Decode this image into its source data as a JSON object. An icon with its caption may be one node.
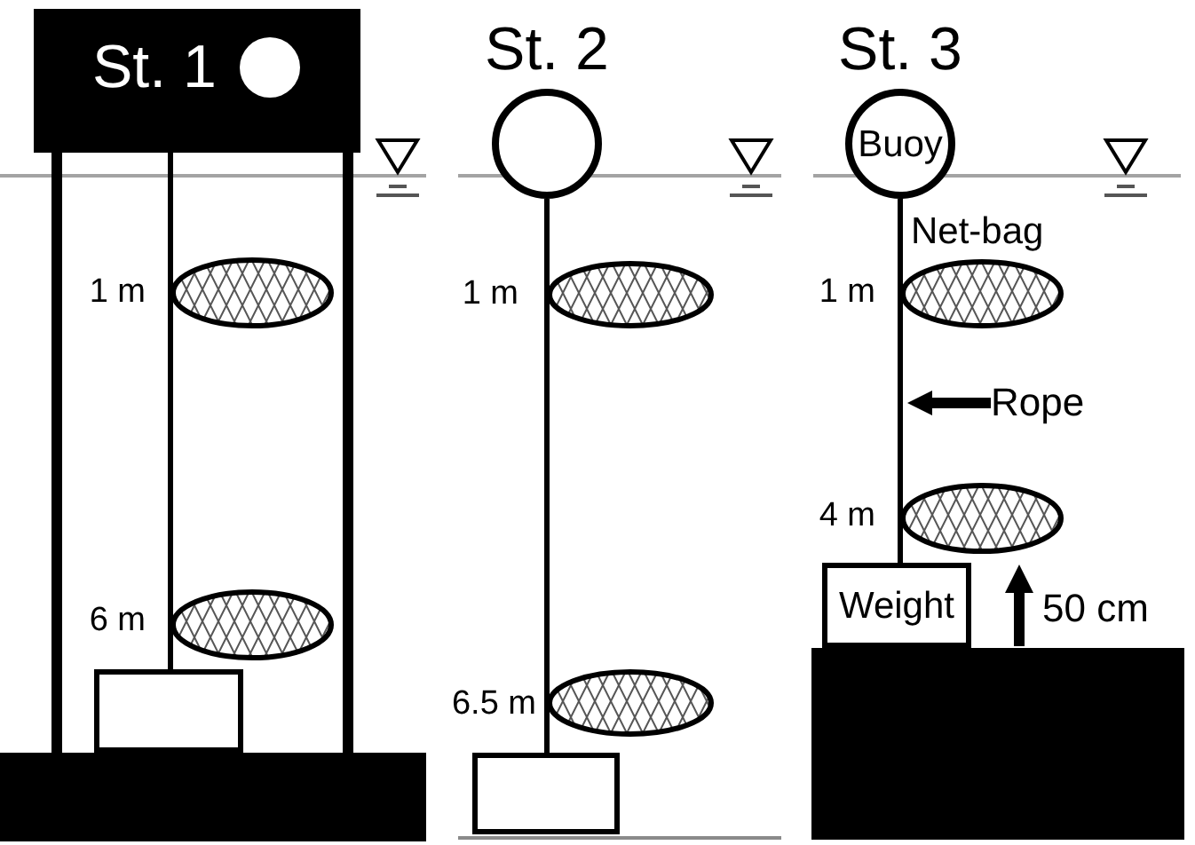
{
  "diagram": {
    "nodes": [
      {
        "text": [
          "St. 1"
        ]
      },
      {
        "text": [],
        "shape": "ellipse",
        "beside": [
          "1 m"
        ]
      },
      {
        "text": [],
        "shape": "ellipse",
        "beside": [
          "6 m"
        ]
      },
      {
        "text": [],
        "shape": "box"
      },
      {
        "text": [],
        "shape": "box"
      },
      {
        "text": [
          "St. 2"
        ]
      },
      {
        "text": [],
        "shape": "ellipse",
        "beside": [
          "1 m"
        ]
      },
      {
        "text": [],
        "shape": "ellipse",
        "beside": [
          "6.5 m"
        ]
      },
      {
        "text": [],
        "shape": "box"
      },
      {
        "text": [
          "St. 3",
          "Buoy"
        ]
      },
      {
        "text": [],
        "shape": "ellipse",
        "beside": [
          "Net-bag",
          "1 m"
        ]
      },
      {
        "text": [
          "Rope"
        ]
      },
      {
        "text": [],
        "shape": "ellipse",
        "beside": [
          "4 m"
        ]
      },
      {
        "text": [
          "Weight"
        ]
      },
      {
        "text": [],
        "shape": "box"
      }
    ],
    "edges": [
      {
        "from": 0,
        "to": 1,
        "arrow": "none"
      },
      {
        "from": 1,
        "to": 2,
        "arrow": "none"
      },
      {
        "from": 2,
        "to": 3,
        "arrow": "none"
      },
      {
        "from": 0,
        "to": 4,
        "arrow": "none",
        "style": "thick"
      },
      {
        "from": 0,
        "to": 4,
        "arrow": "none",
        "style": "thick"
      },
      {
        "from": 5,
        "to": 6,
        "arrow": "none"
      },
      {
        "from": 6,
        "to": 7,
        "arrow": "none"
      },
      {
        "from": 7,
        "to": 8,
        "arrow": "none"
      },
      {
        "from": 9,
        "to": 10,
        "arrow": "none"
      },
      {
        "from": 10,
        "to": 12,
        "arrow": "none"
      },
      {
        "from": 12,
        "to": 13,
        "arrow": "none"
      },
      {
        "from": 11,
        "to": null,
        "arrow": "to",
        "style": "thick"
      }
    ],
    "labels": [
      "50 cm"
    ]
  }
}
